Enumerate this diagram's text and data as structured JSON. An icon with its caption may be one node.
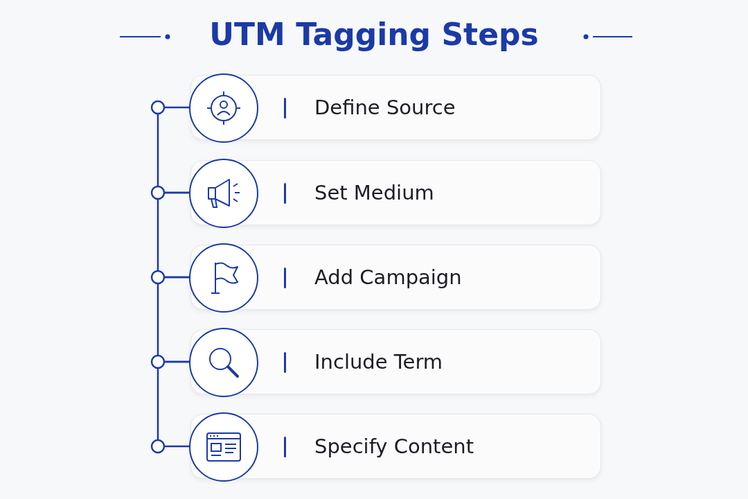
{
  "diagram": {
    "title": "UTM Tagging Steps",
    "nodes": [
      {
        "text": [
          "Define Source"
        ]
      },
      {
        "text": [
          "Set Medium"
        ]
      },
      {
        "text": [
          "Add Campaign"
        ]
      },
      {
        "text": [
          "Include Term"
        ]
      },
      {
        "text": [
          "Specify Content"
        ]
      }
    ],
    "edges": [
      {
        "from": 0,
        "to": 1,
        "arrow": "none"
      },
      {
        "from": 1,
        "to": 2,
        "arrow": "none"
      },
      {
        "from": 2,
        "to": 3,
        "arrow": "none"
      },
      {
        "from": 3,
        "to": 4,
        "arrow": "none"
      }
    ]
  }
}
